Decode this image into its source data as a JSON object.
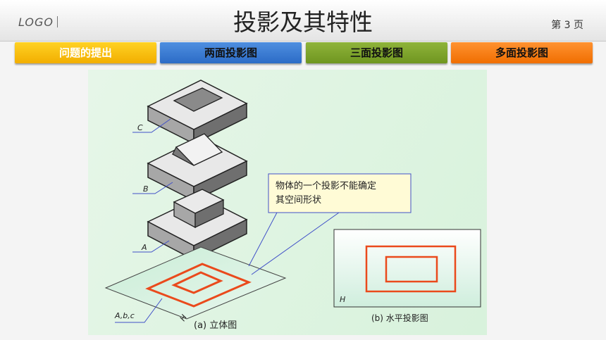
{
  "header": {
    "logo": "LOGO",
    "title": "投影及其特性",
    "page_number": "第 3 页"
  },
  "tabs": [
    {
      "label": "问题的提出",
      "color": "#f5b400"
    },
    {
      "label": "两面投影图",
      "color": "#3a7bd5"
    },
    {
      "label": "三面投影图",
      "color": "#7ca42a"
    },
    {
      "label": "多面投影图",
      "color": "#f57f10"
    }
  ],
  "figure": {
    "labels": {
      "c": "C",
      "b": "B",
      "a": "A",
      "abc": "A,b,c",
      "h_plane": "H",
      "h_proj": "H"
    },
    "callout": {
      "line1": "物体的一个投影不能确定",
      "line2": "其空间形状"
    },
    "caption_a": "(a) 立体图",
    "caption_b": "(b) 水平投影图",
    "projection_color": "#ea4a1c"
  }
}
